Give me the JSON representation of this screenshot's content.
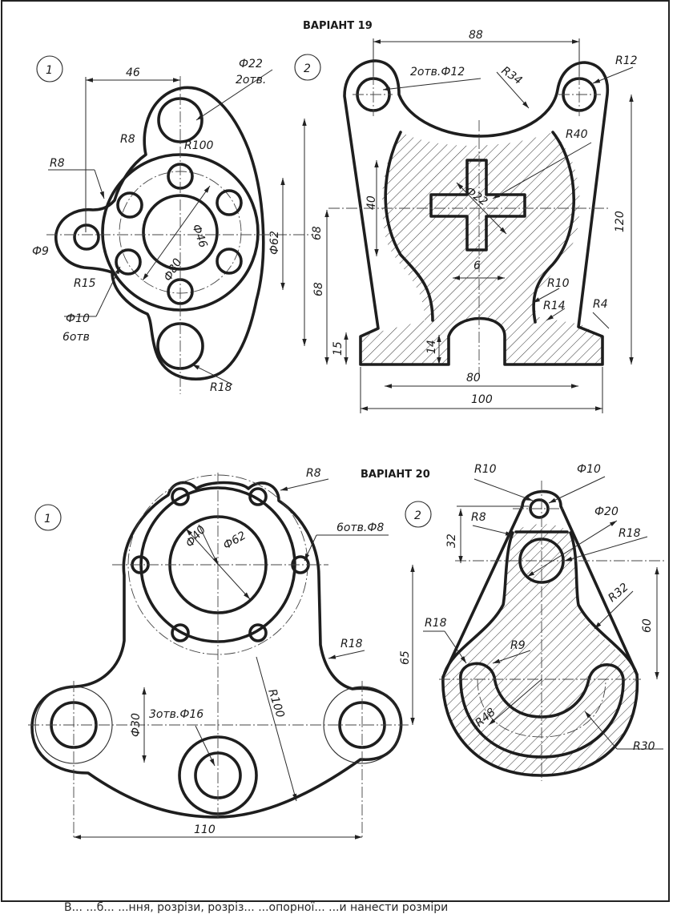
{
  "variant_19": {
    "title": "ВАРІАНТ 19",
    "fig1": {
      "number": "1",
      "dims": {
        "d46": "46",
        "d22": "Ф22",
        "holes2": "2отв.",
        "r8a": "R8",
        "r100": "R100",
        "r8b": "R8",
        "d46b": "Ф46",
        "d62": "Ф62",
        "d68": "68",
        "d9": "Ф9",
        "d80": "Ф80",
        "r15": "R15",
        "d10": "Ф10",
        "holes6": "6отв",
        "r18": "R18"
      }
    },
    "fig2": {
      "number": "2",
      "dims": {
        "d88": "88",
        "r12": "R12",
        "holes_d12": "2отв.Ф12",
        "r34": "R34",
        "r40": "R40",
        "d40": "40",
        "d22": "Ф22",
        "d120": "120",
        "d6": "6",
        "d68": "68",
        "r10": "R10",
        "r14": "R14",
        "r4": "R4",
        "d15": "15",
        "d14": "14",
        "d80": "80",
        "d100": "100"
      }
    }
  },
  "variant_20": {
    "title": "ВАРІАНТ 20",
    "fig1": {
      "number": "1",
      "dims": {
        "r8": "R8",
        "d40": "Ф40",
        "d62": "Ф62",
        "holes_d8": "6отв.Ф8",
        "r18": "R18",
        "d65": "65",
        "r100": "R100",
        "d30": "Ф30",
        "holes_d16": "3отв.Ф16",
        "d110": "110"
      }
    },
    "fig2": {
      "number": "2",
      "dims": {
        "r10": "R10",
        "d10": "Ф10",
        "r8": "R8",
        "d20": "Ф20",
        "d32": "32",
        "r18": "R18",
        "r32": "R32",
        "d60": "60",
        "r18b": "R18",
        "r9": "R9",
        "r48": "R48",
        "r30": "R30"
      }
    }
  },
  "footer": {
    "text": "В... ...б... ...ння, розрізи, розріз... ...опорної... ...и нанести розміри"
  }
}
